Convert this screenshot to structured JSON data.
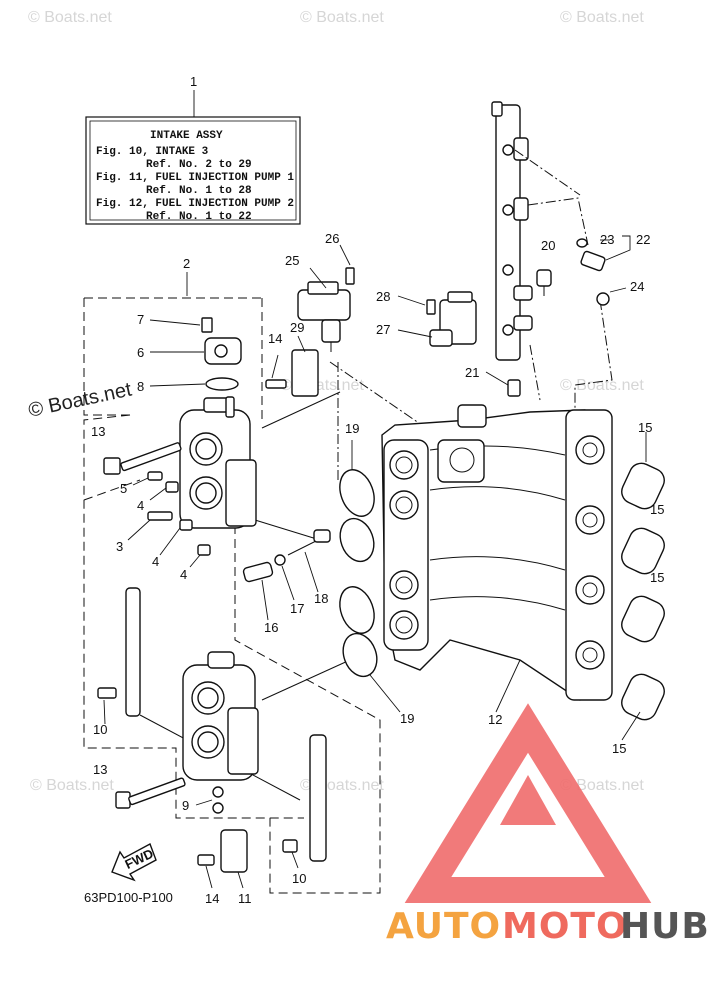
{
  "legend": {
    "title": "INTAKE ASSY",
    "lines": [
      "Fig. 10, INTAKE 3",
      "Ref. No. 2 to 29",
      "Fig. 11, FUEL INJECTION PUMP 1",
      "Ref. No. 1 to 28",
      "Fig. 12, FUEL INJECTION PUMP 2",
      "Ref. No. 1 to 22"
    ]
  },
  "callouts": {
    "c1": "1",
    "c2": "2",
    "c3": "3",
    "c4a": "4",
    "c4b": "4",
    "c4c": "4",
    "c5": "5",
    "c6": "6",
    "c7": "7",
    "c8": "8",
    "c9": "9",
    "c10a": "10",
    "c10b": "10",
    "c11": "11",
    "c12": "12",
    "c13a": "13",
    "c13b": "13",
    "c14a": "14",
    "c14b": "14",
    "c15a": "15",
    "c15b": "15",
    "c15c": "15",
    "c15d": "15",
    "c16": "16",
    "c17": "17",
    "c18": "18",
    "c19a": "19",
    "c19b": "19",
    "c20": "20",
    "c21": "21",
    "c22": "22",
    "c23": "23",
    "c24": "24",
    "c25": "25",
    "c26": "26",
    "c27": "27",
    "c28": "28",
    "c29": "29"
  },
  "fwd_label": "FWD",
  "diagram_code": "63PD100-P100",
  "watermark": "© Boats.net",
  "logo": {
    "part1": "AUTO",
    "part2": "MOTO",
    "part3": "HUB",
    "color1": "#f4a340",
    "color2": "#ef6a5e",
    "color3": "#555555",
    "mark_color": "#f06b6b"
  }
}
